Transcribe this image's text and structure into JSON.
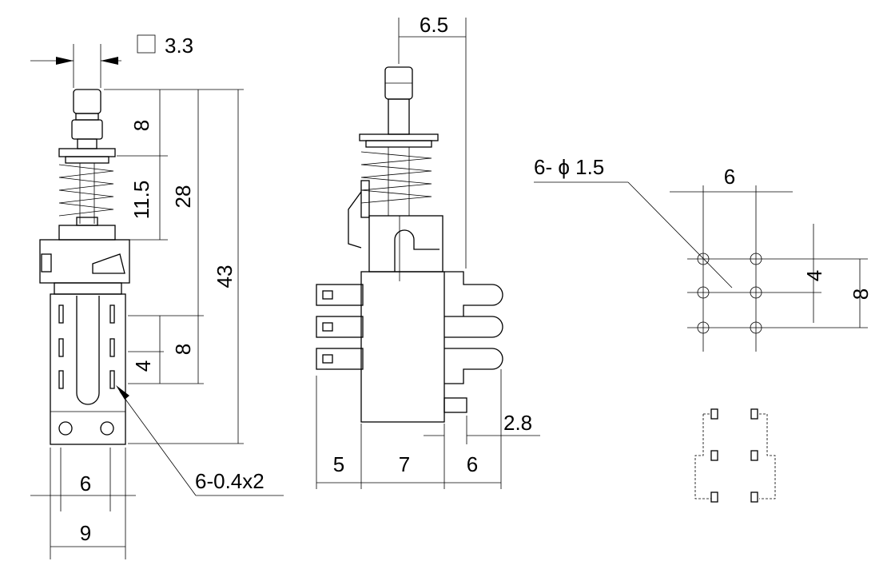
{
  "side_view": {
    "stem_size": "3.3",
    "stem_height": "8",
    "spring_height": "11.5",
    "upper_height": "28",
    "total_height": "43",
    "terminal_pitch_total": "8",
    "terminal_pitch": "4",
    "mount_hole_pitch": "6",
    "body_width": "9",
    "terminal_spec": "6-0.4x2"
  },
  "front_view": {
    "stem_offset": "6.5",
    "left_terminal": "5",
    "body_depth": "7",
    "right_terminal": "6",
    "tab_width": "2.8"
  },
  "pcb_layout": {
    "holes": "6- ϕ 1.5",
    "column_pitch": "6",
    "row_pitch": "4",
    "total_pitch": "8"
  },
  "colors": {
    "line": "#000000",
    "background": "#ffffff"
  }
}
